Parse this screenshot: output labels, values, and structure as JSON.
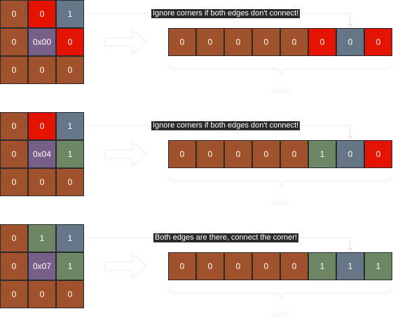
{
  "examples": [
    {
      "grid": [
        [
          {
            "v": "0",
            "c": "#a0522d"
          },
          {
            "v": "0",
            "c": "#e51400"
          },
          {
            "v": "1",
            "c": "#647687"
          }
        ],
        [
          {
            "v": "0",
            "c": "#a0522d"
          },
          {
            "v": "0x00",
            "c": "#76608a"
          },
          {
            "v": "0",
            "c": "#e51400"
          }
        ],
        [
          {
            "v": "0",
            "c": "#a0522d"
          },
          {
            "v": "0",
            "c": "#a0522d"
          },
          {
            "v": "0",
            "c": "#a0522d"
          }
        ]
      ],
      "row": [
        {
          "v": "0",
          "c": "#a0522d"
        },
        {
          "v": "0",
          "c": "#a0522d"
        },
        {
          "v": "0",
          "c": "#a0522d"
        },
        {
          "v": "0",
          "c": "#a0522d"
        },
        {
          "v": "0",
          "c": "#a0522d"
        },
        {
          "v": "0",
          "c": "#e51400"
        },
        {
          "v": "0",
          "c": "#647687"
        },
        {
          "v": "0",
          "c": "#e51400"
        }
      ],
      "note": "Ignore corners if both edges don't connect!",
      "result": "0x00"
    },
    {
      "grid": [
        [
          {
            "v": "0",
            "c": "#a0522d"
          },
          {
            "v": "0",
            "c": "#e51400"
          },
          {
            "v": "1",
            "c": "#647687"
          }
        ],
        [
          {
            "v": "0",
            "c": "#a0522d"
          },
          {
            "v": "0x04",
            "c": "#76608a"
          },
          {
            "v": "1",
            "c": "#6d8764"
          }
        ],
        [
          {
            "v": "0",
            "c": "#a0522d"
          },
          {
            "v": "0",
            "c": "#a0522d"
          },
          {
            "v": "0",
            "c": "#a0522d"
          }
        ]
      ],
      "row": [
        {
          "v": "0",
          "c": "#a0522d"
        },
        {
          "v": "0",
          "c": "#a0522d"
        },
        {
          "v": "0",
          "c": "#a0522d"
        },
        {
          "v": "0",
          "c": "#a0522d"
        },
        {
          "v": "0",
          "c": "#a0522d"
        },
        {
          "v": "1",
          "c": "#6d8764"
        },
        {
          "v": "0",
          "c": "#647687"
        },
        {
          "v": "0",
          "c": "#e51400"
        }
      ],
      "note": "Ignore corners if both edges don't connect!",
      "result": "0x04"
    },
    {
      "grid": [
        [
          {
            "v": "0",
            "c": "#a0522d"
          },
          {
            "v": "1",
            "c": "#6d8764"
          },
          {
            "v": "1",
            "c": "#647687"
          }
        ],
        [
          {
            "v": "0",
            "c": "#a0522d"
          },
          {
            "v": "0x07",
            "c": "#76608a"
          },
          {
            "v": "1",
            "c": "#6d8764"
          }
        ],
        [
          {
            "v": "0",
            "c": "#a0522d"
          },
          {
            "v": "0",
            "c": "#a0522d"
          },
          {
            "v": "0",
            "c": "#a0522d"
          }
        ]
      ],
      "row": [
        {
          "v": "0",
          "c": "#a0522d"
        },
        {
          "v": "0",
          "c": "#a0522d"
        },
        {
          "v": "0",
          "c": "#a0522d"
        },
        {
          "v": "0",
          "c": "#a0522d"
        },
        {
          "v": "0",
          "c": "#a0522d"
        },
        {
          "v": "1",
          "c": "#6d8764"
        },
        {
          "v": "1",
          "c": "#647687"
        },
        {
          "v": "1",
          "c": "#6d8764"
        }
      ],
      "note": "Both edges are there, connect the corner!",
      "result": "0x07"
    }
  ]
}
